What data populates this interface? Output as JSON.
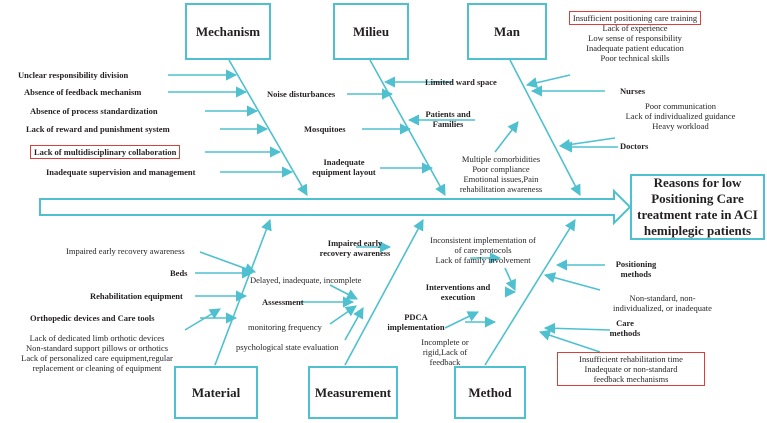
{
  "categories": {
    "mechanism": "Mechanism",
    "milieu": "Milieu",
    "man": "Man",
    "material": "Material",
    "measurement": "Measurement",
    "method": "Method"
  },
  "effect": "Reasons for low Positioning Care treatment rate in ACI hemiplegic patients",
  "mechanism_causes": [
    "Unclear responsibility division",
    "Absence of feedback mechanism",
    "Absence of process standardization",
    "Lack of reward and punishment system",
    "Lack of multidisciplinary collaboration",
    "Inadequate supervision and management"
  ],
  "milieu": {
    "noise": "Noise disturbances",
    "mosquitoes": "Mosquitoes",
    "layout_1": "Inadequate",
    "layout_2": "equipment layout",
    "ward_space": "Limited ward space",
    "patients_1": "Patients and",
    "patients_2": "Families",
    "patient_issues": [
      "Multiple comorbidities",
      "Poor compliance",
      "Emotional issues,Pain",
      "rehabilitation awareness"
    ]
  },
  "man": {
    "nurse_issues": [
      "Insufficient positioning care training",
      "Lack of experience",
      "Low sense of responsibility",
      "Inadequate patient education",
      "Poor technical skills"
    ],
    "nurses": "Nurses",
    "doctor_issues": [
      "Poor communication",
      "Lack of individualized guidance",
      "Heavy workload"
    ],
    "doctors": "Doctors"
  },
  "material": {
    "impaired": "Impaired early recovery awareness",
    "beds": "Beds",
    "rehab_equipment": "Rehabilitation equipment",
    "orthopedic": "Orthopedic devices and Care tools",
    "device_issues": [
      "Lack of dedicated limb orthotic devices",
      "Non-standard support pillows or orthotics",
      "Lack of personalized care equipment,regular",
      "replacement or cleaning of equipment"
    ]
  },
  "measurement": {
    "impaired_1": "Impaired early",
    "impaired_2": "recovery awareness",
    "delayed": "Delayed, inadequate,  incomplete",
    "assessment": "Assessment",
    "monitoring": "monitoring frequency",
    "psych": "psychological state evaluation"
  },
  "method": {
    "inconsistent": [
      "Inconsistent implementation of",
      "of care protocols",
      "Lack of family involvement"
    ],
    "interventions_1": "Interventions and",
    "interventions_2": "execution",
    "pdca_1": "PDCA",
    "pdca_2": "implementation",
    "incomplete": [
      "Incomplete or",
      "rigid,Lack of",
      "feedback"
    ],
    "positioning_1": "Positioning",
    "positioning_2": "methods",
    "nonstandard": [
      "Non-standard, non-",
      "individualized, or inadequate"
    ],
    "care_1": "Care",
    "care_2": "methods",
    "care_issues": [
      "Insufficient rehabilitation time",
      "Inadequate or non-standard",
      "feedback mechanisms"
    ]
  },
  "colors": {
    "arrow": "#4fc0cf",
    "highlight": "#d9403b",
    "text": "#231f20"
  }
}
